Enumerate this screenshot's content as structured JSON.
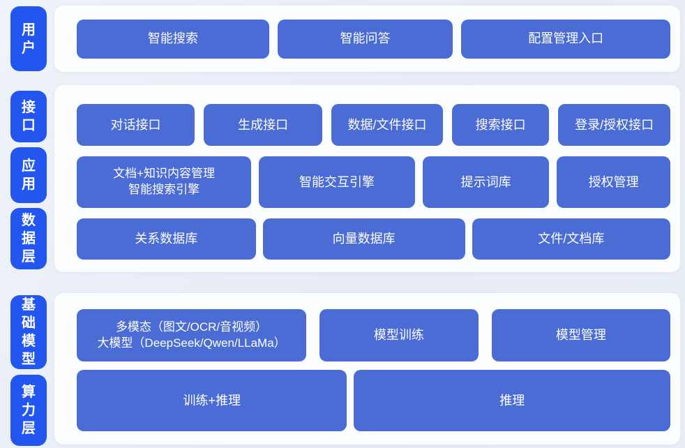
{
  "colors": {
    "layer_label_blue": "#2256ef",
    "box_blue": "#4a6cd4",
    "panel_white": "#fcfdff",
    "page_background": "#e9eef6"
  },
  "layer_labels": {
    "user": "用户",
    "interface": "接口",
    "application": "应用",
    "data": "数据层",
    "foundation_model": "基础模型",
    "compute": "算力层"
  },
  "user_row": {
    "intelligent_search": "智能搜索",
    "intelligent_qa": "智能问答",
    "config_management_entry": "配置管理入口"
  },
  "interface_row": {
    "dialog_api": "对话接口",
    "generation_api": "生成接口",
    "data_file_api": "数据/文件接口",
    "search_api": "搜索接口",
    "login_auth_api": "登录/授权接口"
  },
  "application_row": {
    "doc_knowledge_search_engine": "文档+知识内容管理\n智能搜索引擎",
    "intelligent_interaction_engine": "智能交互引擎",
    "prompt_library": "提示词库",
    "authorization_management": "授权管理"
  },
  "data_row": {
    "relational_database": "关系数据库",
    "vector_database": "向量数据库",
    "file_document_store": "文件/文档库"
  },
  "model_row": {
    "multimodal_large_model": "多模态（图文/OCR/音视频）\n大模型（DeepSeek/Qwen/LLaMa）",
    "model_training": "模型训练",
    "model_management": "模型管理"
  },
  "compute_row": {
    "training_plus_inference": "训练+推理",
    "inference": "推理"
  }
}
